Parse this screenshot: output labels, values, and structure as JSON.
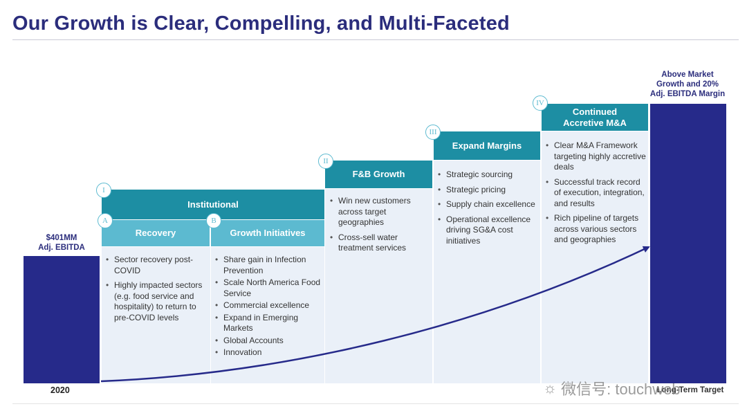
{
  "header": {
    "title": "Our Growth is Clear, Compelling, and Multi-Faceted"
  },
  "left_bar": {
    "value_label": "$401MM",
    "metric_label": "Adj. EBITDA",
    "year": "2020"
  },
  "right_bar": {
    "label_line1": "Above Market",
    "label_line2": "Growth and 20%",
    "label_line3": "Adj. EBITDA Margin",
    "year": "Long-Term Target"
  },
  "pillars": {
    "institutional": {
      "badge": "I",
      "label": "Institutional"
    },
    "recovery": {
      "badge": "A",
      "label": "Recovery",
      "bullets": [
        "Sector recovery post-COVID",
        "Highly impacted sectors (e.g. food service and hospitality) to return to pre-COVID levels"
      ]
    },
    "growth_initiatives": {
      "badge": "B",
      "label": "Growth Initiatives",
      "bullets": [
        "Share gain in Infection Prevention",
        "Scale North America Food Service",
        "Commercial excellence",
        "Expand in Emerging Markets",
        "Global Accounts",
        "Innovation"
      ]
    },
    "fb_growth": {
      "badge": "II",
      "label": "F&B Growth",
      "bullets": [
        "Win new customers across target geographies",
        "Cross-sell water treatment services"
      ]
    },
    "expand_margins": {
      "badge": "III",
      "label": "Expand Margins",
      "bullets": [
        "Strategic sourcing",
        "Strategic pricing",
        "Supply chain excellence",
        "Operational excellence driving SG&A cost initiatives"
      ]
    },
    "mna": {
      "badge": "IV",
      "label_line1": "Continued",
      "label_line2": "Accretive M&A",
      "bullets": [
        "Clear M&A Framework targeting highly accretive deals",
        "Successful track record of execution, integration, and results",
        "Rich pipeline of targets across various sectors and geographies"
      ]
    }
  },
  "watermark": {
    "text": "微信号: touchweb"
  },
  "colors": {
    "title": "#2b2d7c",
    "bar": "#262a8a",
    "header_dark": "#1d8ea3",
    "header_light": "#5cbad0",
    "column_bg": "#eaf0f8",
    "arrow": "#262a8a"
  }
}
